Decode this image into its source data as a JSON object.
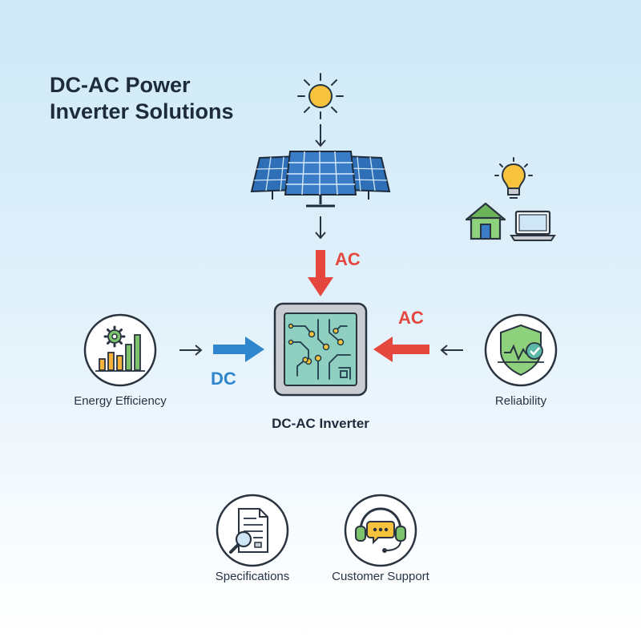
{
  "title": "DC-AC Power Inverter Solutions",
  "center": {
    "label": "DC-AC Inverter"
  },
  "arrows": {
    "top_tag": "AC",
    "right_tag": "AC",
    "left_tag": "DC"
  },
  "features": {
    "left": "Energy Efficiency",
    "right": "Reliability",
    "bottom_left": "Specifications",
    "bottom_right": "Customer Support"
  },
  "colors": {
    "ac_red": "#e5473f",
    "dc_blue": "#2f86cc",
    "panel_blue": "#2f6fb8",
    "chip_green": "#8fcfbf",
    "title_dark": "#1d2b3a"
  },
  "icons": [
    "sun-icon",
    "solar-panel-icon",
    "lightbulb-icon",
    "house-icon",
    "laptop-icon",
    "chart-gear-icon",
    "shield-check-icon",
    "document-search-icon",
    "headset-chat-icon",
    "circuit-chip-icon"
  ]
}
